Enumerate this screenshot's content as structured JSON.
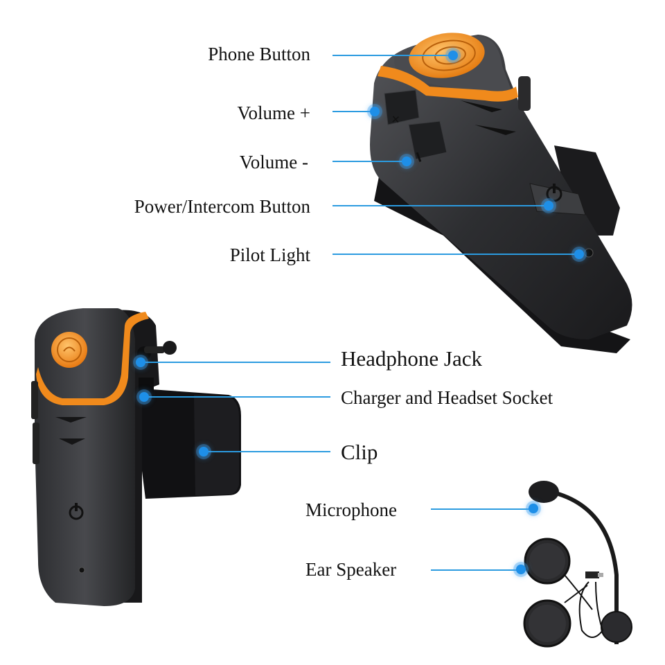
{
  "diagram": {
    "title": "",
    "top_device_callouts": [
      {
        "id": "phone-button",
        "label": "Phone Button"
      },
      {
        "id": "volume-plus",
        "label": "Volume +"
      },
      {
        "id": "volume-minus",
        "label": "Volume -"
      },
      {
        "id": "power-intercom-button",
        "label": "Power/Intercom Button"
      },
      {
        "id": "pilot-light",
        "label": "Pilot Light"
      }
    ],
    "side_device_callouts": [
      {
        "id": "headphone-jack",
        "label": "Headphone Jack"
      },
      {
        "id": "charger-socket",
        "label": "Charger and Headset Socket"
      },
      {
        "id": "clip",
        "label": "Clip"
      }
    ],
    "headset_callouts": [
      {
        "id": "microphone",
        "label": "Microphone"
      },
      {
        "id": "ear-speaker",
        "label": "Ear Speaker"
      }
    ],
    "colors": {
      "leader_line": "#2b9be0",
      "callout_dot": "#1e8fe8",
      "device_body": "#2a2b2e",
      "accent_orange": "#f08a1c",
      "button_orange": "#f5a623"
    }
  }
}
